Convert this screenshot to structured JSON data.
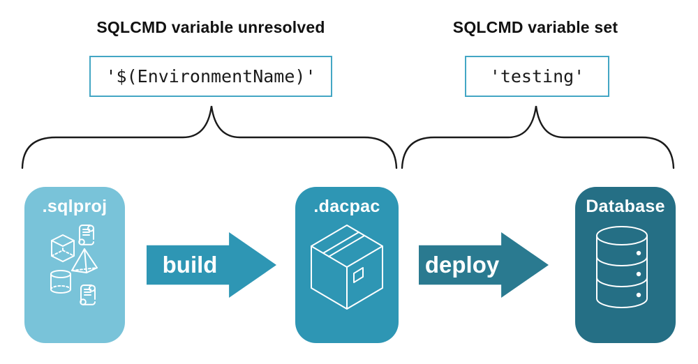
{
  "headings": {
    "left": "SQLCMD variable unresolved",
    "right": "SQLCMD variable set"
  },
  "code_boxes": {
    "left": "'$(EnvironmentName)'",
    "right": "'testing'"
  },
  "pipeline": {
    "nodes": [
      {
        "label": ".sqlproj",
        "color": "#79C3D9",
        "icons": [
          "scroll-icon",
          "cube-icon",
          "pyramid-icon",
          "cylinder-icon",
          "scroll-icon"
        ]
      },
      {
        "label": ".dacpac",
        "color": "#2E96B4",
        "icons": [
          "package-icon"
        ]
      },
      {
        "label": "Database",
        "color": "#256F85",
        "icons": [
          "database-icon"
        ]
      }
    ],
    "arrows": [
      {
        "label": "build",
        "color": "#2E96B4"
      },
      {
        "label": "deploy",
        "color": "#2A7A90"
      }
    ]
  },
  "colors": {
    "code_box_border": "#43A6C4",
    "brace": "#1A1A1A",
    "heading_text": "#111111",
    "code_text": "#1A1A1A",
    "icon_stroke": "#FFFFFF",
    "background": "#FFFFFF"
  }
}
